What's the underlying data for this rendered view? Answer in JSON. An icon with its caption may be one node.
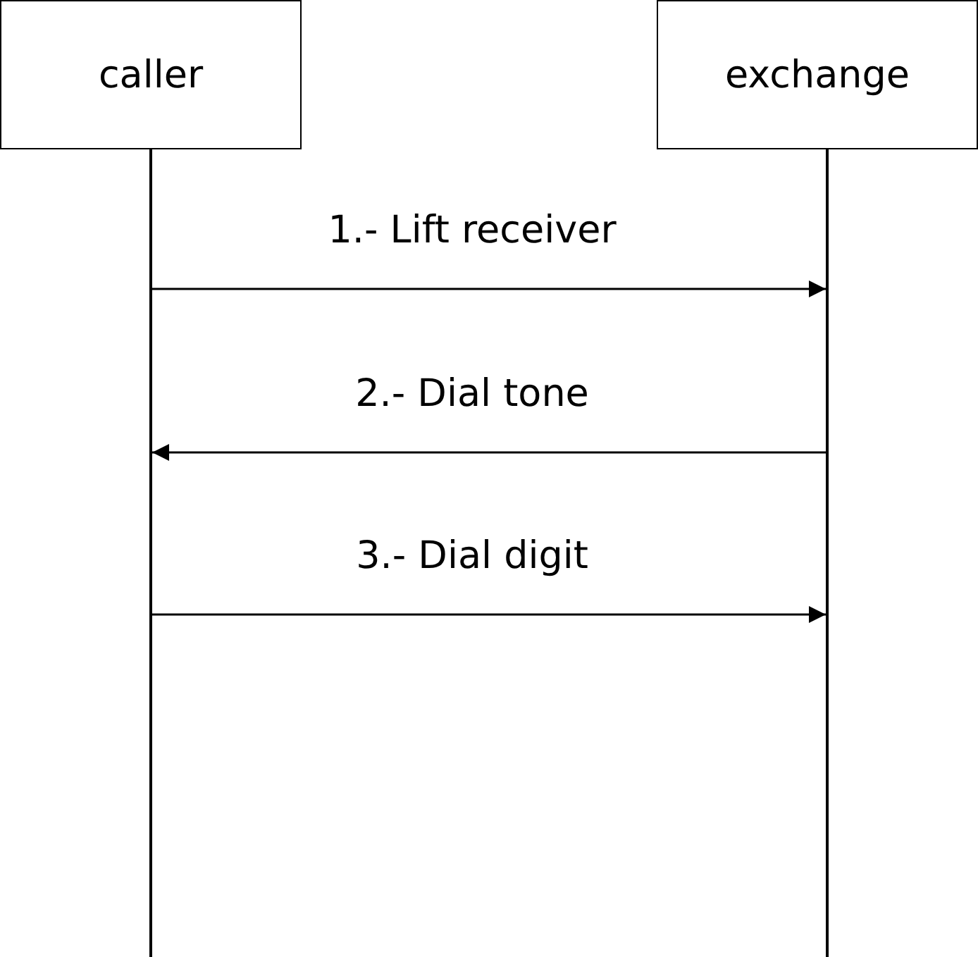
{
  "diagram": {
    "nodes": [
      {
        "text": [
          "caller"
        ]
      },
      {
        "text": [
          "exchange"
        ]
      },
      {
        "text": [],
        "shape": "bar"
      },
      {
        "text": [],
        "shape": "bar"
      }
    ],
    "edges": [
      {
        "from": 2,
        "to": 3,
        "arrow": "to",
        "label": "1.- Lift receiver"
      },
      {
        "from": 3,
        "to": 2,
        "arrow": "to",
        "label": "2.- Dial tone"
      },
      {
        "from": 2,
        "to": 3,
        "arrow": "to",
        "label": "3.- Dial digit"
      }
    ]
  }
}
